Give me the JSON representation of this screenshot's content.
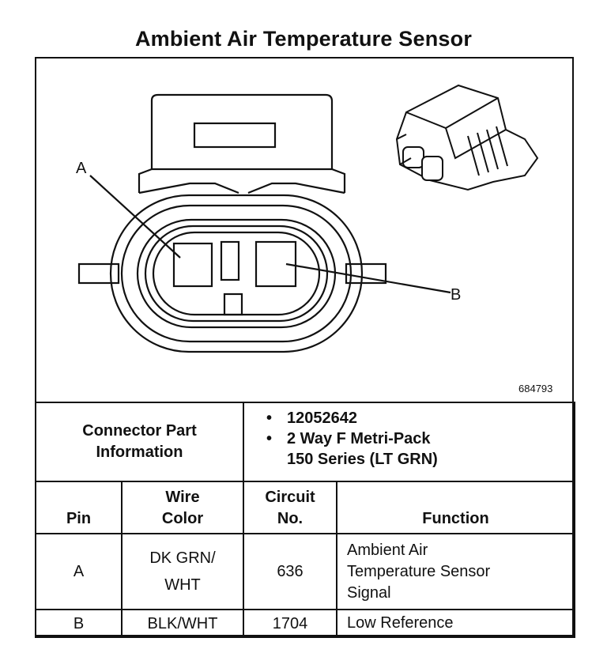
{
  "title": "Ambient Air Temperature Sensor",
  "diagram": {
    "label_a": "A",
    "label_b": "B",
    "part_number": "684793"
  },
  "connector": {
    "heading_line1": "Connector Part",
    "heading_line2": "Information",
    "bullet_symbol": "•",
    "bullet1": "12052642",
    "bullet2_line1": "2 Way F Metri-Pack",
    "bullet2_line2": "150 Series (LT GRN)"
  },
  "table": {
    "headers": {
      "pin": "Pin",
      "wire_line1": "Wire",
      "wire_line2": "Color",
      "circuit_line1": "Circuit",
      "circuit_line2": "No.",
      "function": "Function"
    },
    "rows": [
      {
        "pin": "A",
        "wire_line1": "DK GRN/",
        "wire_line2": "WHT",
        "circuit": "636",
        "function_line1": "Ambient Air",
        "function_line2": "Temperature Sensor",
        "function_line3": "Signal"
      },
      {
        "pin": "B",
        "wire_line1": "BLK/WHT",
        "circuit": "1704",
        "function_line1": "Low Reference"
      }
    ]
  }
}
